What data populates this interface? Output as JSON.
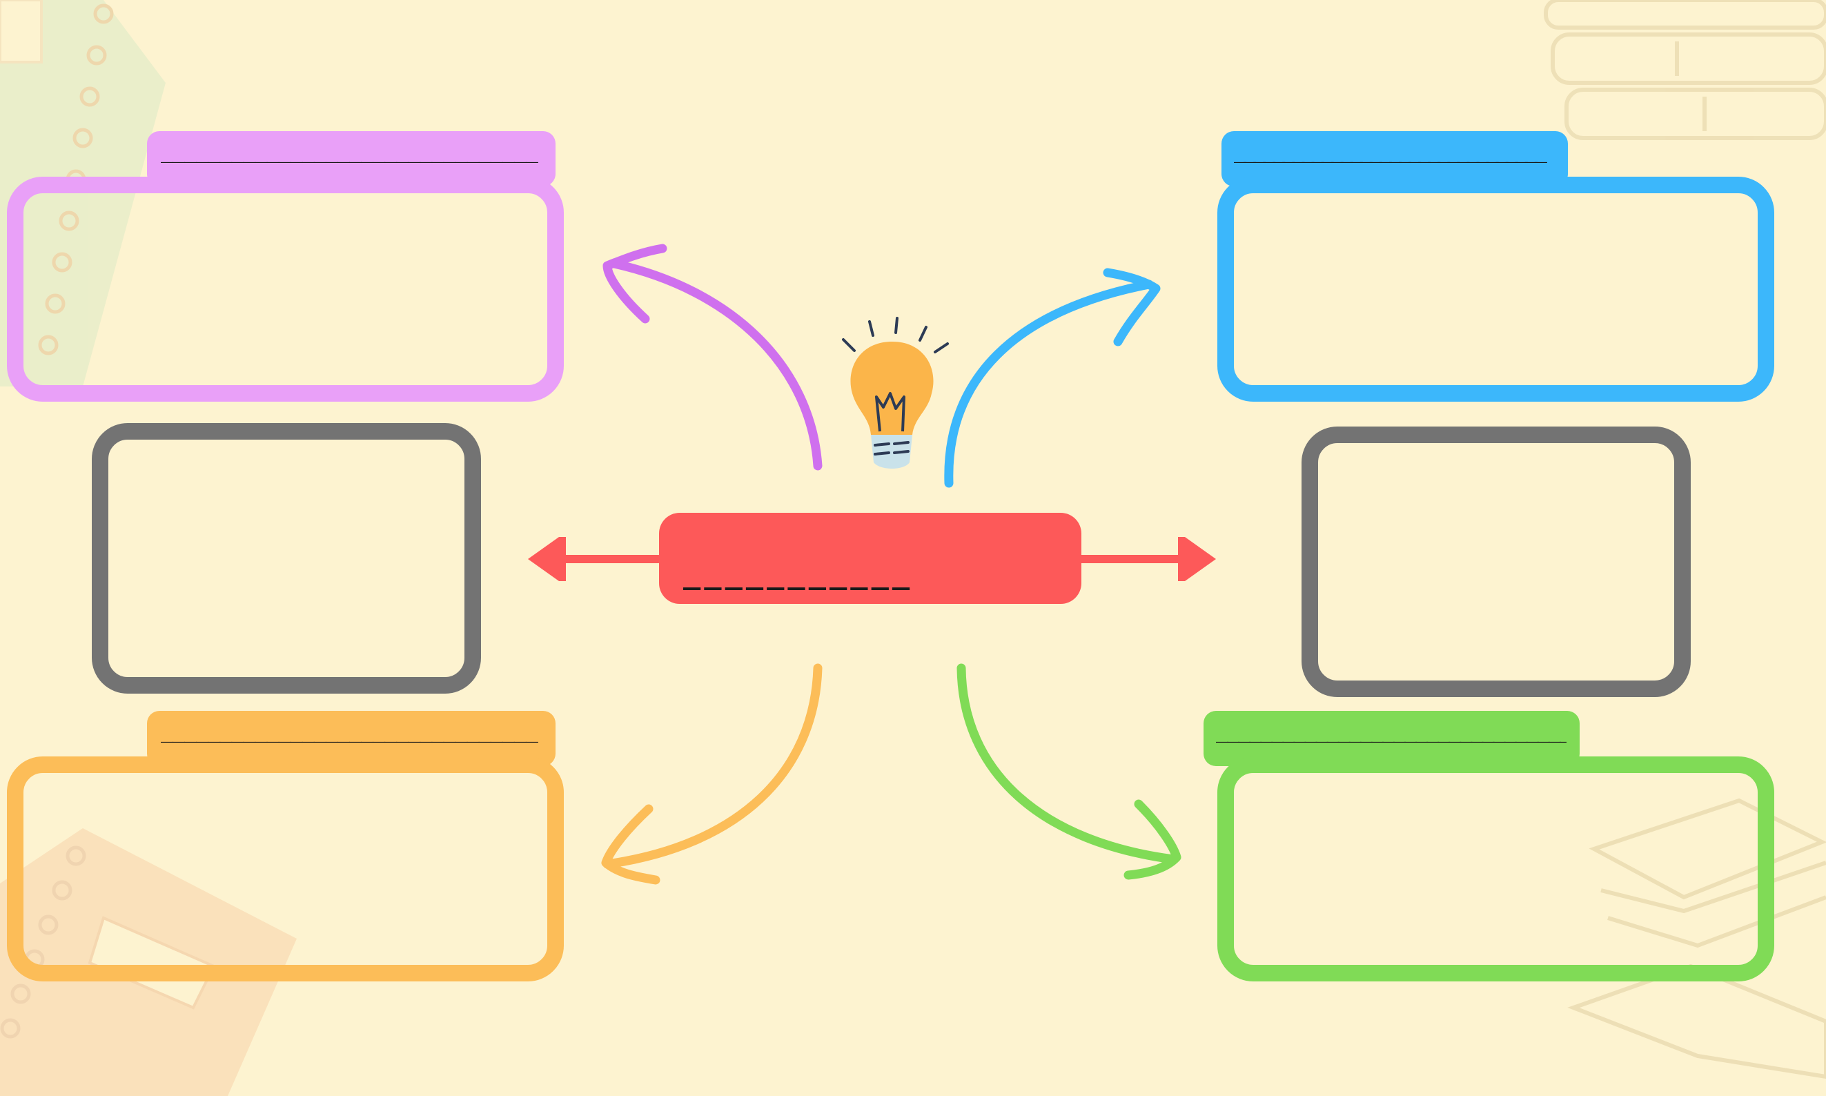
{
  "center": {
    "placeholder": "___________",
    "color": "#fd5959"
  },
  "branches": [
    {
      "id": "top-left",
      "tab_placeholder": "________________________________",
      "color": "#e9a0f8",
      "arrow_color": "#cf70ee"
    },
    {
      "id": "top-right",
      "tab_placeholder": "________________________________",
      "color": "#3cb7fb",
      "arrow_color": "#3cb7fb"
    },
    {
      "id": "bottom-left",
      "tab_placeholder": "________________________________",
      "color": "#fcbd58",
      "arrow_color": "#fcbd58"
    },
    {
      "id": "bottom-right",
      "tab_placeholder": "________________________________",
      "color": "#80db56",
      "arrow_color": "#80db56"
    }
  ],
  "side_boxes": {
    "color": "#737373"
  },
  "icons": {
    "idea": "lightbulb-icon",
    "deco": [
      "notebook-decoration",
      "books-decoration"
    ]
  }
}
